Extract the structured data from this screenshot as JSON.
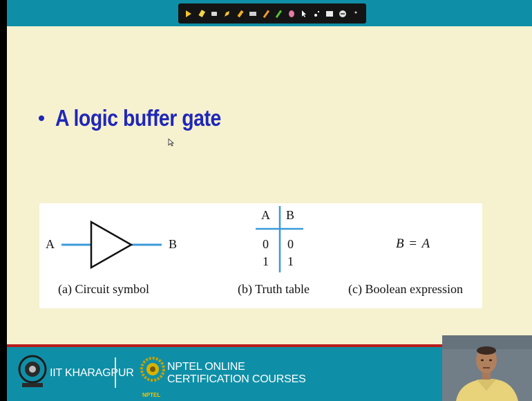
{
  "toolbar": {
    "tools": [
      "arrow-icon",
      "highlighter-icon",
      "eraser-icon",
      "pen-icon",
      "marker-icon",
      "text-icon",
      "pencil-icon",
      "brush-icon",
      "ink-icon",
      "pointer-icon",
      "laser-icon",
      "whiteboard-icon",
      "clear-icon",
      "more-icon"
    ]
  },
  "slide": {
    "bullet_text": "A logic buffer gate"
  },
  "figure": {
    "input_label": "A",
    "output_label": "B",
    "caption_a": "(a) Circuit symbol",
    "caption_b": "(b) Truth table",
    "caption_c": "(c) Boolean expression",
    "truth_table": {
      "headers": [
        "A",
        "B"
      ],
      "rows": [
        [
          "0",
          "0"
        ],
        [
          "1",
          "1"
        ]
      ]
    },
    "expression": {
      "lhs": "B",
      "op": "=",
      "rhs": "A"
    }
  },
  "footer": {
    "institute": "IIT KHARAGPUR",
    "course_line1": "NPTEL ONLINE",
    "course_line2": "CERTIFICATION COURSES",
    "nptel_tag": "NPTEL"
  },
  "colors": {
    "slide_bg": "#f6f1cf",
    "teal": "#0f8fa7",
    "title_blue": "#1f27b8",
    "wire_blue": "#3a9ad9",
    "footer_red": "#b71c1c"
  }
}
